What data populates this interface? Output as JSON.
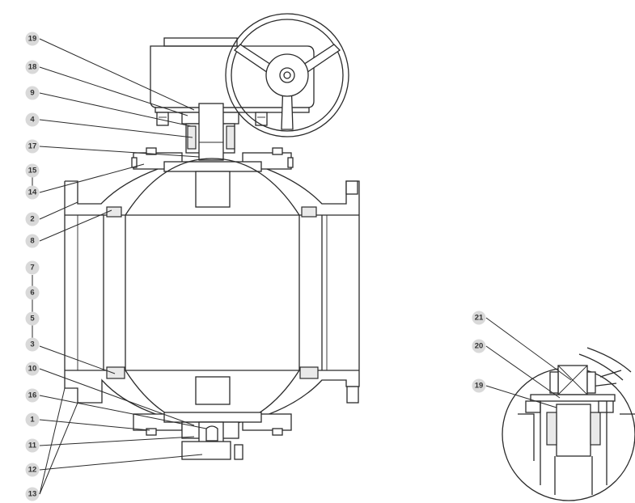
{
  "part_labels": {
    "p19": "19",
    "p18": "18",
    "p9": "9",
    "p4": "4",
    "p17": "17",
    "p15": "15",
    "p14": "14",
    "p2": "2",
    "p8": "8",
    "p7": "7",
    "p6": "6",
    "p5": "5",
    "p3": "3",
    "p10": "10",
    "p16": "16",
    "p1": "1",
    "p11": "11",
    "p12": "12",
    "p13": "13"
  },
  "detail_labels": {
    "d21": "21",
    "d20": "20",
    "d19": "19"
  }
}
